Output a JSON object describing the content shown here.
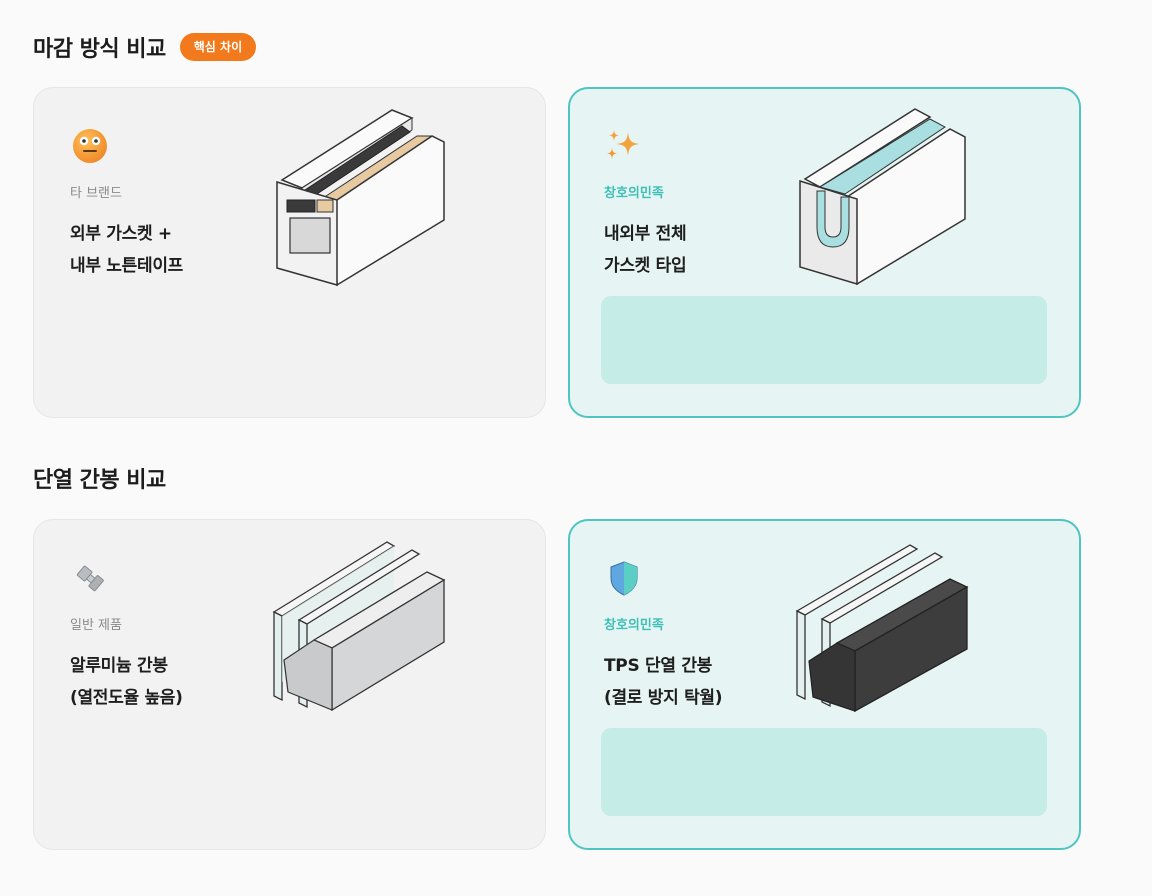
{
  "sections": [
    {
      "title": "마감 방식 비교",
      "badge": "핵심 차이",
      "cards": [
        {
          "variant": "other",
          "icon": "neutral-face-icon",
          "brand": "타 브랜드",
          "desc_line1": "외부 가스켓 +",
          "desc_line2": "내부 노튼테이프",
          "illustration": "frame-with-external-gasket-and-norton-tape"
        },
        {
          "variant": "ours",
          "icon": "sparkles-icon",
          "brand": "창호의민족",
          "desc_line1": "내외부 전체",
          "desc_line2": "가스켓 타입",
          "illustration": "frame-with-full-u-gasket",
          "note": ""
        }
      ]
    },
    {
      "title": "단열 간봉 비교",
      "cards": [
        {
          "variant": "other",
          "icon": "nut-bolt-icon",
          "brand": "일반 제품",
          "desc_line1": "알루미늄 간봉",
          "desc_line2": "(열전도율 높음)",
          "illustration": "double-glazing-aluminum-spacer"
        },
        {
          "variant": "ours",
          "icon": "shield-icon",
          "brand": "창호의민족",
          "desc_line1": "TPS 단열 간봉",
          "desc_line2": "(결로 방지 탁월)",
          "illustration": "double-glazing-tps-spacer",
          "note": ""
        }
      ]
    }
  ],
  "colors": {
    "accent_teal": "#4ec5c1",
    "brand_teal_text": "#3ebfb8",
    "badge_orange": "#f27a1c",
    "ours_card_bg": "#e6f5f3",
    "ours_note_bg": "#c5ece7",
    "other_card_bg": "#f2f2f2"
  }
}
